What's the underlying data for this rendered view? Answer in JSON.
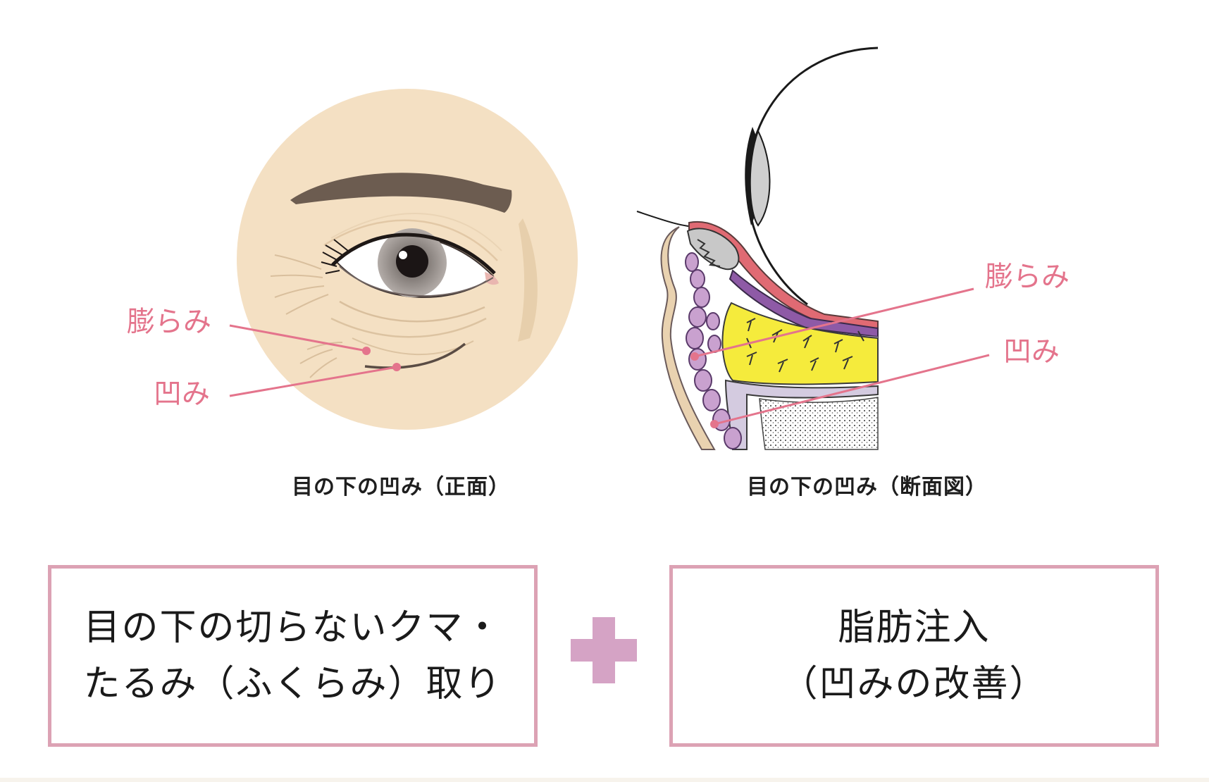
{
  "colors": {
    "skin": "#f4e0c3",
    "label_pink": "#e4748c",
    "box_border": "#dca2b4",
    "plus_color": "#d5a3c5",
    "fat_yellow": "#f5eb3c",
    "muscle_purple": "#c9a1cf"
  },
  "front_view": {
    "label_bulge": "膨らみ",
    "label_hollow": "凹み",
    "caption": "目の下の凹み（正面）"
  },
  "cross_section": {
    "label_bulge": "膨らみ",
    "label_hollow": "凹み",
    "caption": "目の下の凹み（断面図）"
  },
  "procedure_left": {
    "line1": "目の下の切らないクマ・",
    "line2": "たるみ（ふくらみ）取り"
  },
  "plus_icon": "plus-icon",
  "procedure_right": {
    "line1": "脂肪注入",
    "line2": "（凹みの改善）"
  }
}
